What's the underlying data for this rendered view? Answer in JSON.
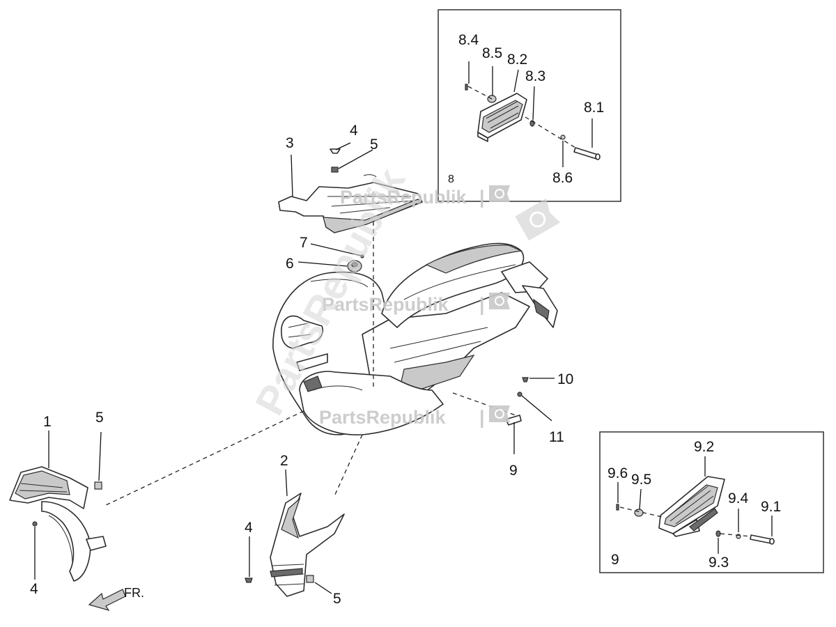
{
  "watermark": {
    "brand_text": "PartsRepublik",
    "brand_separator": "|"
  },
  "labels": {
    "l1": "1",
    "l2": "2",
    "l3": "3",
    "l4_top": "4",
    "l5_top": "5",
    "l6": "6",
    "l7": "7",
    "l4_left": "4",
    "l5_left": "5",
    "l4_mid": "4",
    "l5_mid": "5",
    "l9": "9",
    "l10": "10",
    "l11": "11",
    "l8_1": "8.1",
    "l8_2": "8.2",
    "l8_3": "8.3",
    "l8_4": "8.4",
    "l8_5": "8.5",
    "l8_6": "8.6",
    "l8_box": "8",
    "l9_1": "9.1",
    "l9_2": "9.2",
    "l9_3": "9.3",
    "l9_4": "9.4",
    "l9_5": "9.5",
    "l9_6": "9.6",
    "l9_box": "9"
  },
  "direction": {
    "label": "FR.",
    "icon": "front-direction-arrow-icon"
  },
  "colors": {
    "line": "#2b2b2b",
    "watermark": "#c8c8c8",
    "background": "#ffffff"
  }
}
